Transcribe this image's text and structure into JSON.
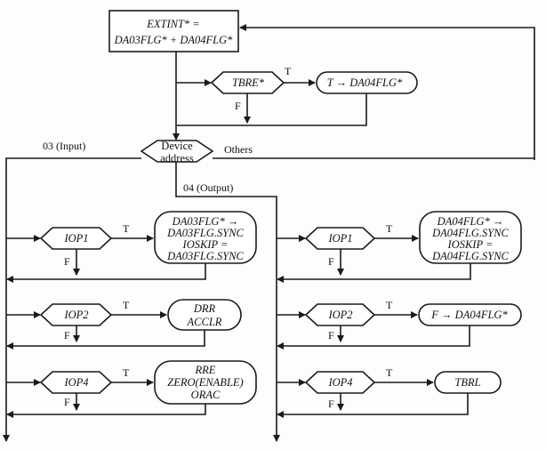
{
  "top_box": {
    "line1": "EXTINT* =",
    "line2": "DA03FLG* + DA04FLG*"
  },
  "tbre": {
    "cond": "TBRE*",
    "t": "T",
    "f": "F",
    "action": "T → DA04FLG*"
  },
  "device": {
    "line1": "Device",
    "line2": "address",
    "input": "03 (Input)",
    "output": "04 (Output)",
    "others": "Others"
  },
  "left": {
    "iop1": {
      "cond": "IOP1",
      "t": "T",
      "f": "F",
      "a1": "DA03FLG* →",
      "a2": "DA03FLG.SYNC",
      "a3": "IOSKIP =",
      "a4": "DA03FLG.SYNC"
    },
    "iop2": {
      "cond": "IOP2",
      "t": "T",
      "f": "F",
      "a1": "DRR",
      "a2": "ACCLR"
    },
    "iop4": {
      "cond": "IOP4",
      "t": "T",
      "f": "F",
      "a1": "RRE",
      "a2": "ZERO(ENABLE)",
      "a3": "ORAC"
    }
  },
  "right": {
    "iop1": {
      "cond": "IOP1",
      "t": "T",
      "f": "F",
      "a1": "DA04FLG* →",
      "a2": "DA04FLG.SYNC",
      "a3": "IOSKIP =",
      "a4": "DA04FLG.SYNC"
    },
    "iop2": {
      "cond": "IOP2",
      "t": "T",
      "f": "F",
      "action": "F → DA04FLG*"
    },
    "iop4": {
      "cond": "IOP4",
      "t": "T",
      "f": "F",
      "action": "TBRL"
    }
  }
}
